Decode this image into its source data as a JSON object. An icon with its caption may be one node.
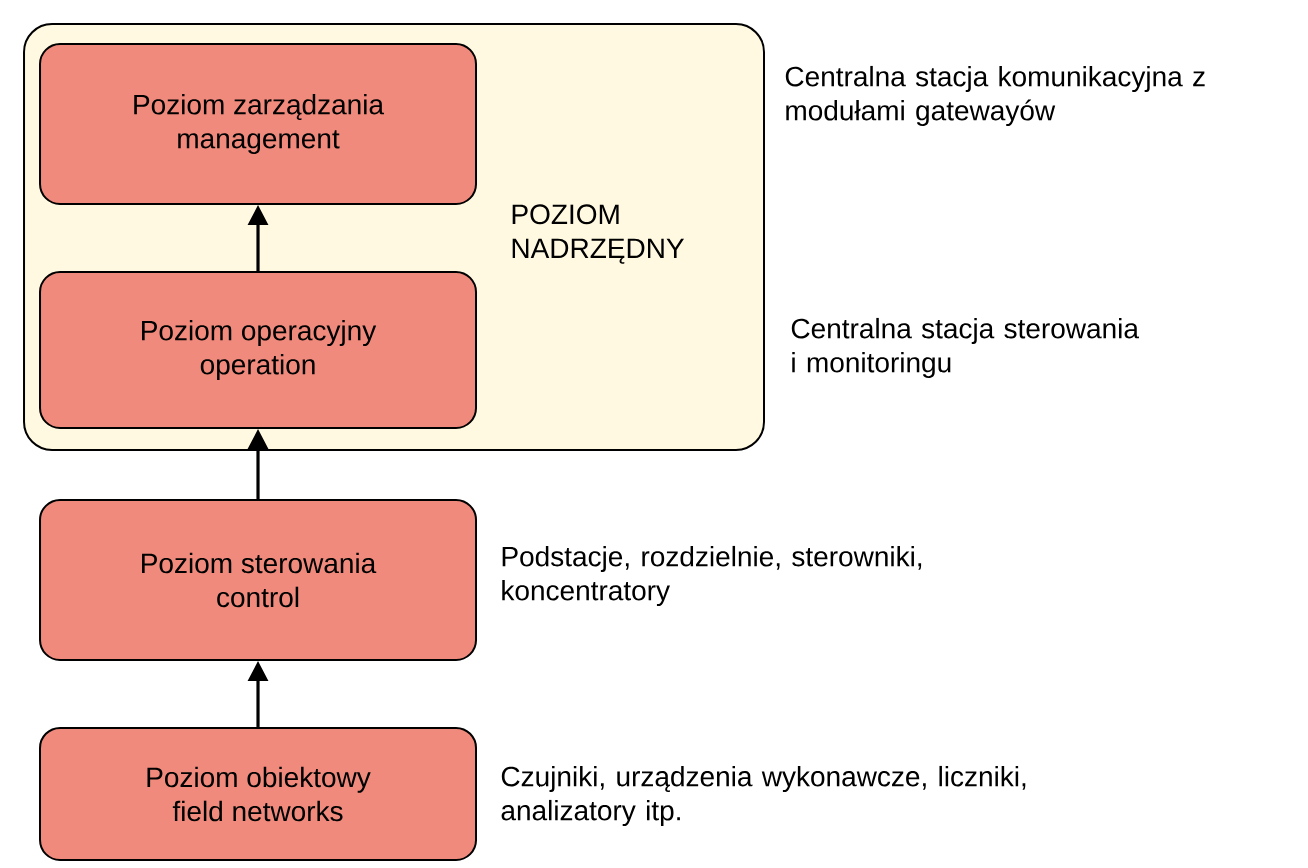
{
  "diagram": {
    "nodes": [
      {
        "text": [
          "POZIOM NADRZĘDNY"
        ]
      },
      {
        "text": [
          "Poziom zarządzania",
          "management"
        ],
        "in": 0
      },
      {
        "text": [
          "Poziom operacyjny",
          "operation"
        ],
        "in": 0
      },
      {
        "text": [
          "Poziom sterowania",
          "control"
        ],
        "beside": [
          "Podstacje, rozdzielnie, sterowniki, koncentratory"
        ]
      },
      {
        "text": [
          "Poziom obiektowy",
          "field networks"
        ],
        "beside": [
          "Czujniki, urządzenia wykonawcze, liczniki, analizatory itp."
        ]
      }
    ],
    "edges": [
      {
        "from": 4,
        "to": 3,
        "arrow": "to"
      },
      {
        "from": 3,
        "to": 2,
        "arrow": "to"
      },
      {
        "from": 2,
        "to": 1,
        "arrow": "to"
      }
    ],
    "labels": [
      "Centralna stacja komunikacyjna z modułami gatewayów",
      "Centralna stacja sterowania i monitoringu"
    ]
  }
}
